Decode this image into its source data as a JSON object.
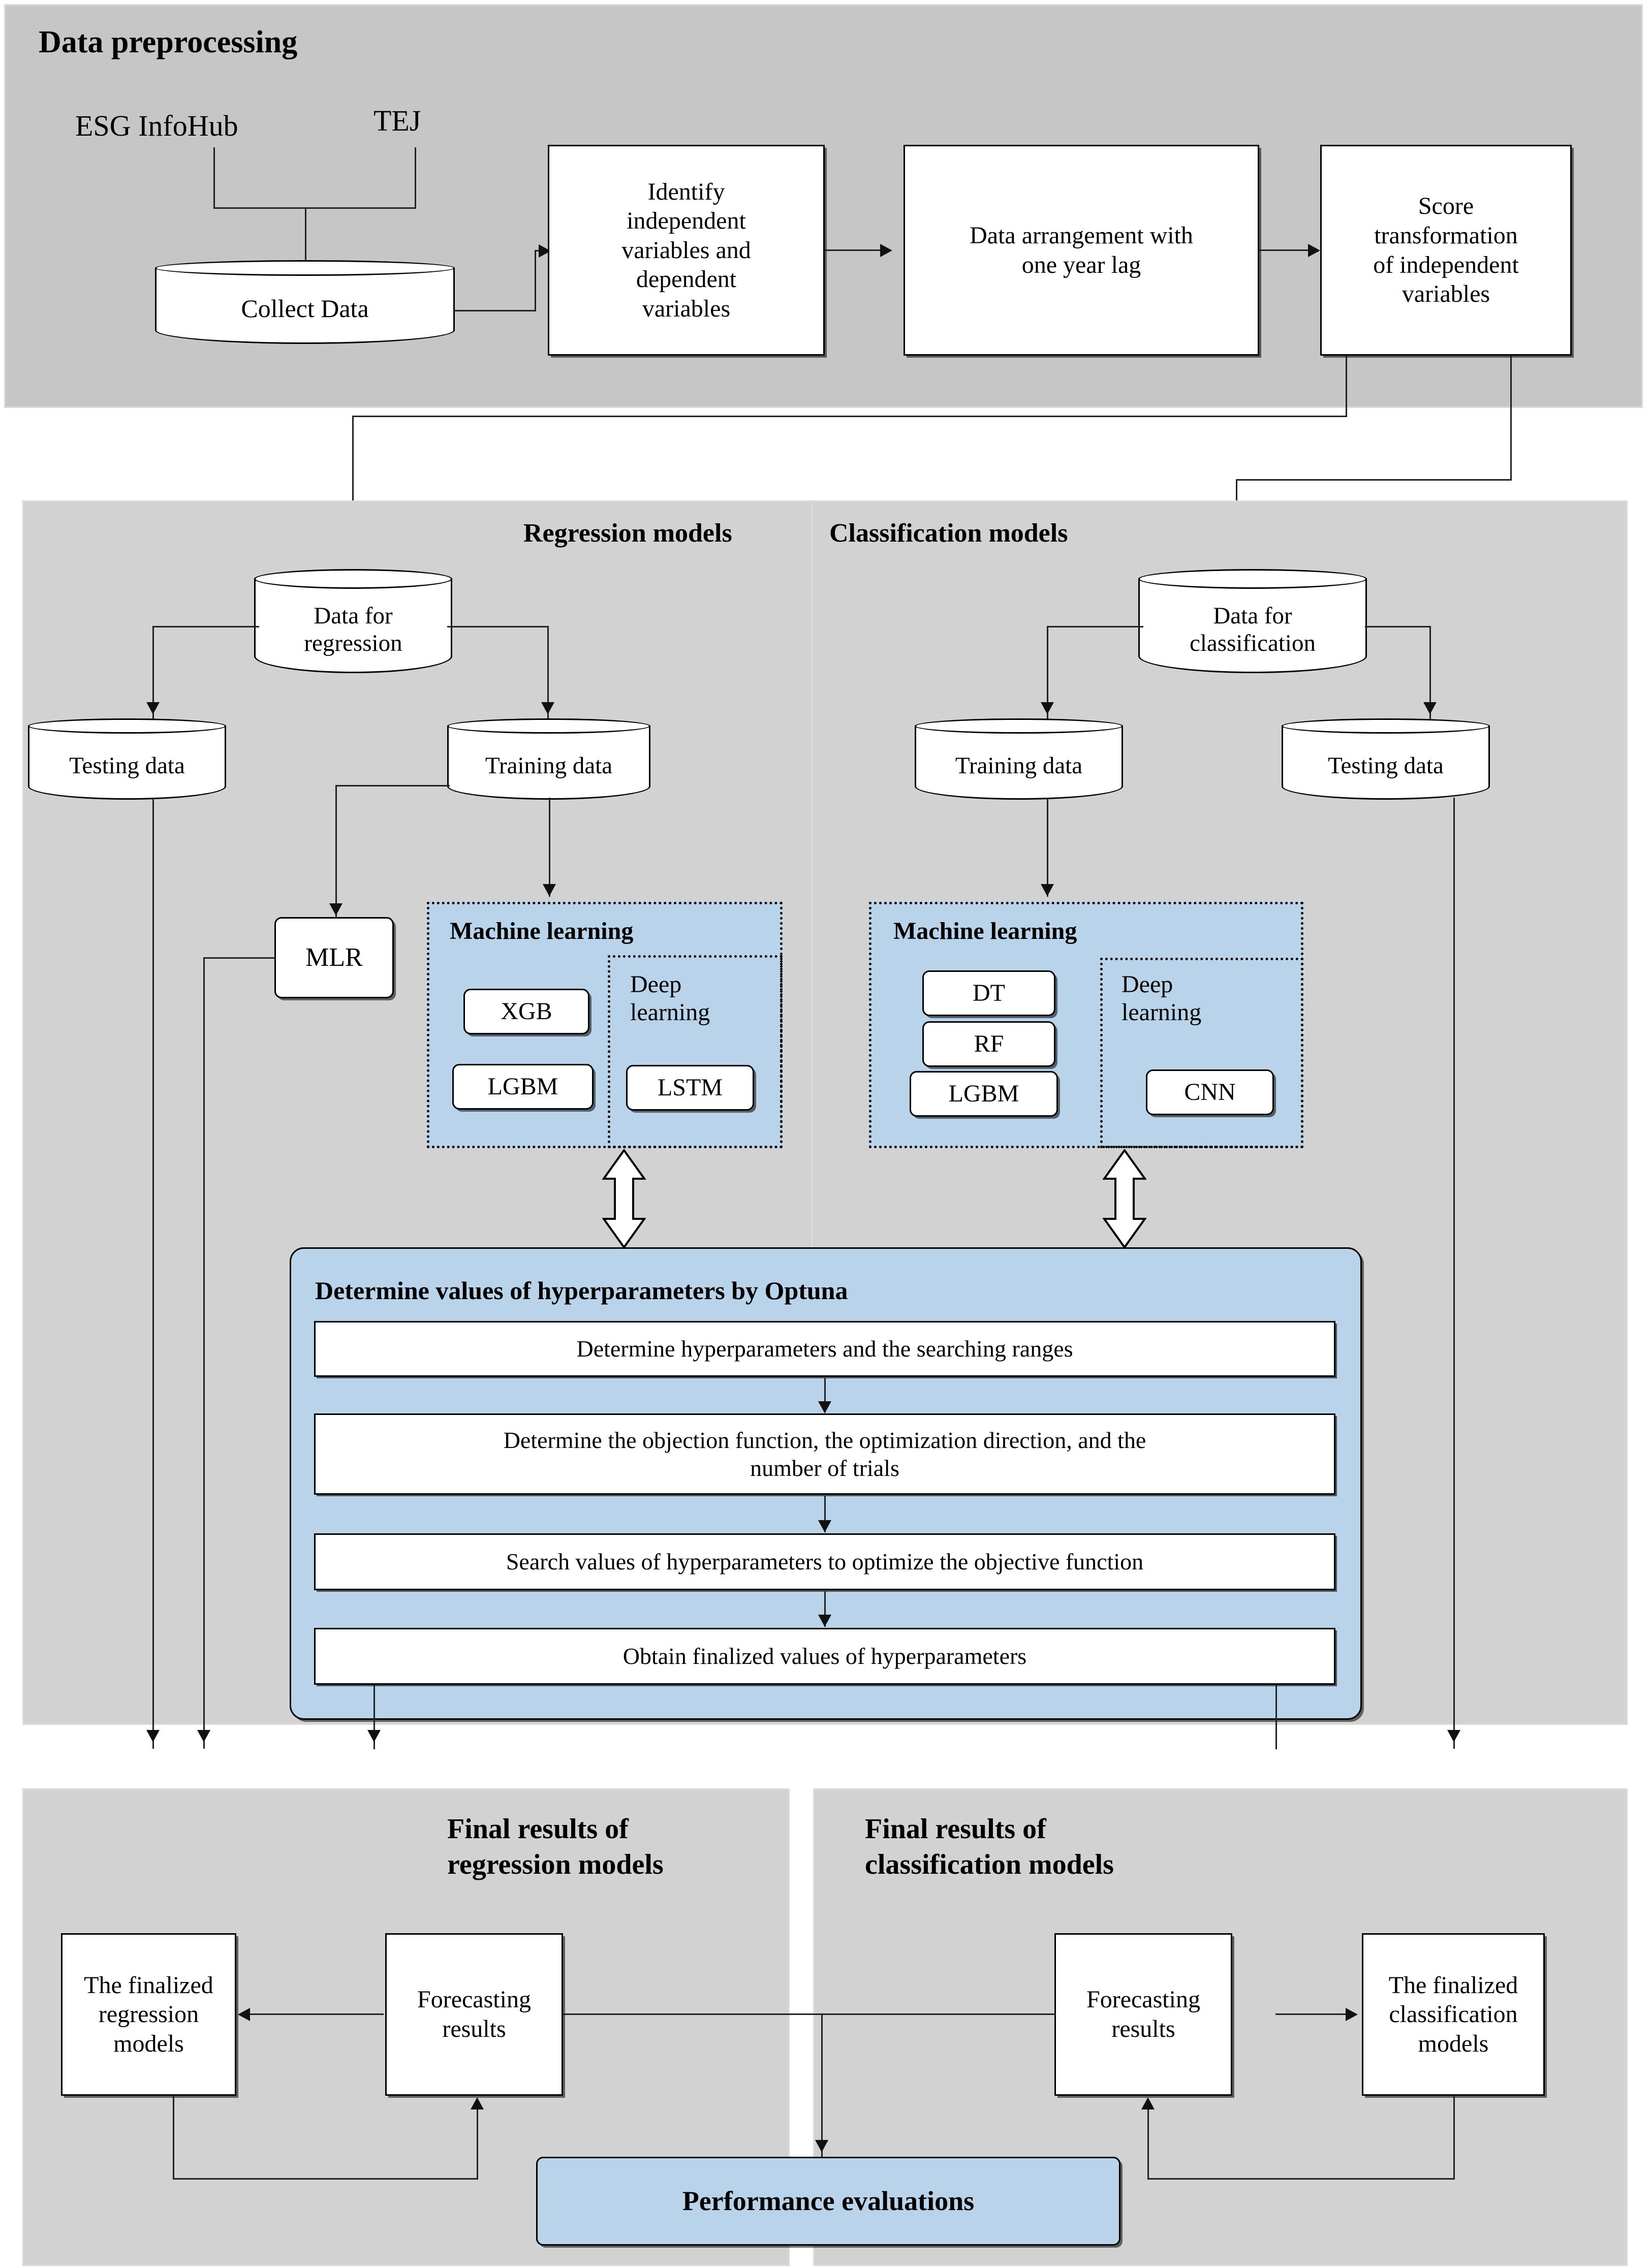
{
  "sections": {
    "preprocessing": {
      "title": "Data preprocessing"
    },
    "regression": {
      "title": "Regression models"
    },
    "classification": {
      "title": "Classification models"
    },
    "final_regression": {
      "title": "Final results of\nregression models"
    },
    "final_classification": {
      "title": "Final results of\nclassification models"
    }
  },
  "preprocessing": {
    "source_esg": "ESG InfoHub",
    "source_tej": "TEJ",
    "collect": "Collect Data",
    "identify": "Identify\nindependent\nvariables and\ndependent\nvariables",
    "arrange": "Data arrangement with\none year lag",
    "transform": "Score\ntransformation\nof independent\nvariables"
  },
  "regression": {
    "data_for": "Data for\nregression",
    "testing": "Testing data",
    "training": "Training data",
    "mlr": "MLR",
    "ml_group": "Machine learning",
    "dl_group": "Deep\nlearning",
    "models": [
      "XGB",
      "LGBM"
    ],
    "dl_models": [
      "LSTM"
    ]
  },
  "classification": {
    "data_for": "Data for\nclassification",
    "training": "Training data",
    "testing": "Testing data",
    "ml_group": "Machine learning",
    "dl_group": "Deep\nlearning",
    "models": [
      "DT",
      "RF",
      "LGBM"
    ],
    "dl_models": [
      "CNN"
    ]
  },
  "optuna": {
    "title": "Determine values of hyperparameters by Optuna",
    "steps": [
      "Determine hyperparameters and the searching ranges",
      "Determine the  objection function, the optimization direction, and the\nnumber of trials",
      "Search values of  hyperparameters to optimize the objective function",
      "Obtain finalized values of hyperparameters"
    ]
  },
  "results": {
    "finalized_regression": "The finalized\nregression\nmodels",
    "forecasting_regression": "Forecasting\nresults",
    "forecasting_classification": "Forecasting\nresults",
    "finalized_classification": "The finalized\nclassification\nmodels",
    "performance": "Performance evaluations"
  },
  "colors": {
    "panel_gray": "#c6c6c6",
    "panel_light_gray": "#d2d2d2",
    "accent_blue": "#b9d3ea",
    "stroke": "#000000",
    "page_bg": "#ffffff"
  }
}
